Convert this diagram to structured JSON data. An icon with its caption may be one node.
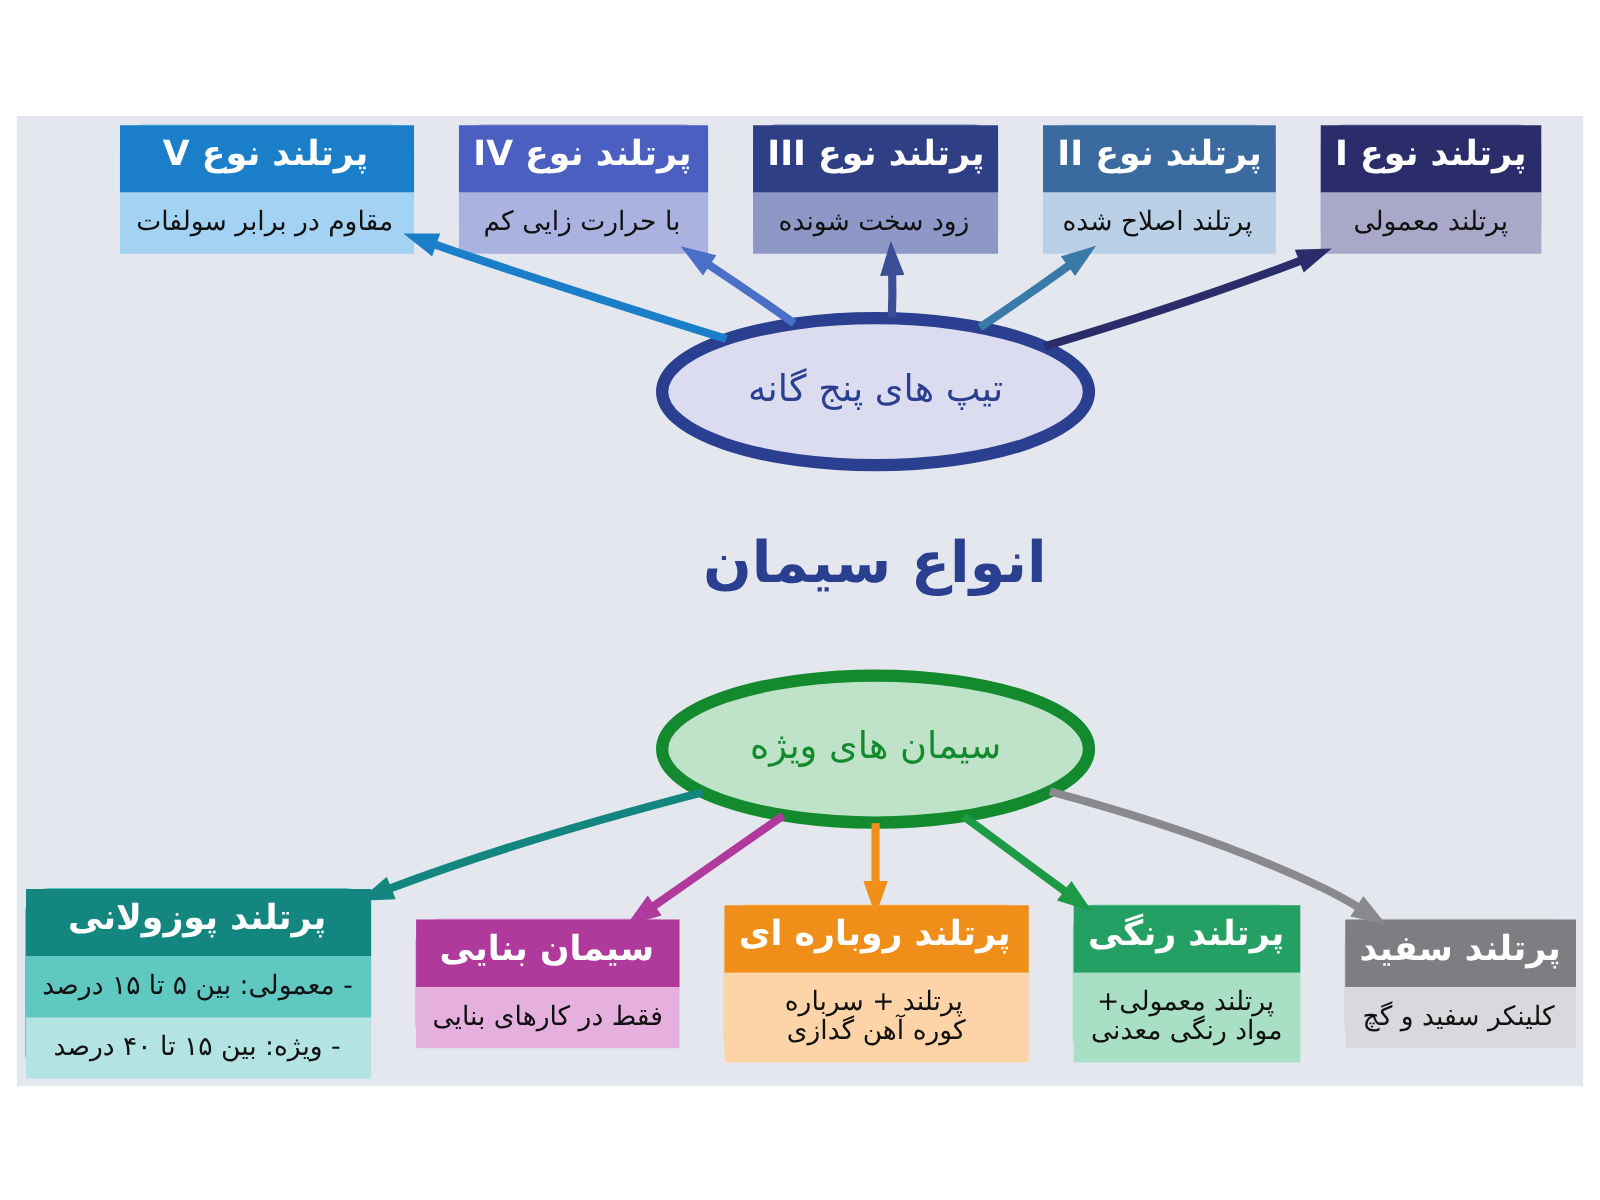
{
  "diagram": {
    "nodes": [
      {
        "text": [
          "تیپ های پنج گانه"
        ]
      },
      {
        "text": [
          "پرتلند نوع V",
          "مقاوم در برابر سولفات"
        ]
      },
      {
        "text": [
          "پرتلند نوع IV",
          "با حرارت زایی کم"
        ]
      },
      {
        "text": [
          "پرتلند نوع III",
          "زود سخت شونده"
        ]
      },
      {
        "text": [
          "پرتلند نوع II",
          "پرتلند اصلاح شده"
        ]
      },
      {
        "text": [
          "پرتلند نوع I",
          "پرتلند معمولی"
        ]
      },
      {
        "text": [
          "سیمان های ویژه"
        ]
      },
      {
        "text": [
          "پرتلند پوزولانی",
          "- معمولی: بین ۵ تا ۱۵ درصد",
          "- ویژه: بین ۱۵ تا ۴۰ درصد"
        ]
      },
      {
        "text": [
          "سیمان بنایی",
          "فقط در کارهای بنایی"
        ]
      },
      {
        "text": [
          "پرتلند روباره ای",
          "پرتلند + سرباره کوره آهن گدازی"
        ]
      },
      {
        "text": [
          "پرتلند رنگی",
          "پرتلند معمولی+ مواد رنگی معدنی"
        ]
      },
      {
        "text": [
          "پرتلند سفید",
          "کلینکر سفید و گچ"
        ]
      }
    ],
    "edges": [
      {
        "from": 0,
        "to": 1,
        "arrow": "to",
        "color": "#1a7fc8"
      },
      {
        "from": 0,
        "to": 2,
        "arrow": "to",
        "color": "#4a6fc8"
      },
      {
        "from": 0,
        "to": 3,
        "arrow": "to",
        "color": "#3a4f96"
      },
      {
        "from": 0,
        "to": 4,
        "arrow": "to",
        "color": "#3a7aa8"
      },
      {
        "from": 0,
        "to": 5,
        "arrow": "to",
        "color": "#2b2d6b"
      },
      {
        "from": 6,
        "to": 7,
        "arrow": "to",
        "color": "#13877f"
      },
      {
        "from": 6,
        "to": 8,
        "arrow": "to",
        "color": "#b0399c"
      },
      {
        "from": 6,
        "to": 9,
        "arrow": "to",
        "color": "#f0901a"
      },
      {
        "from": 6,
        "to": 10,
        "arrow": "to",
        "color": "#1d9a45"
      },
      {
        "from": 6,
        "to": 11,
        "arrow": "to",
        "color": "#8a8a8e"
      }
    ],
    "labels": [
      "انواع سیمان"
    ]
  }
}
